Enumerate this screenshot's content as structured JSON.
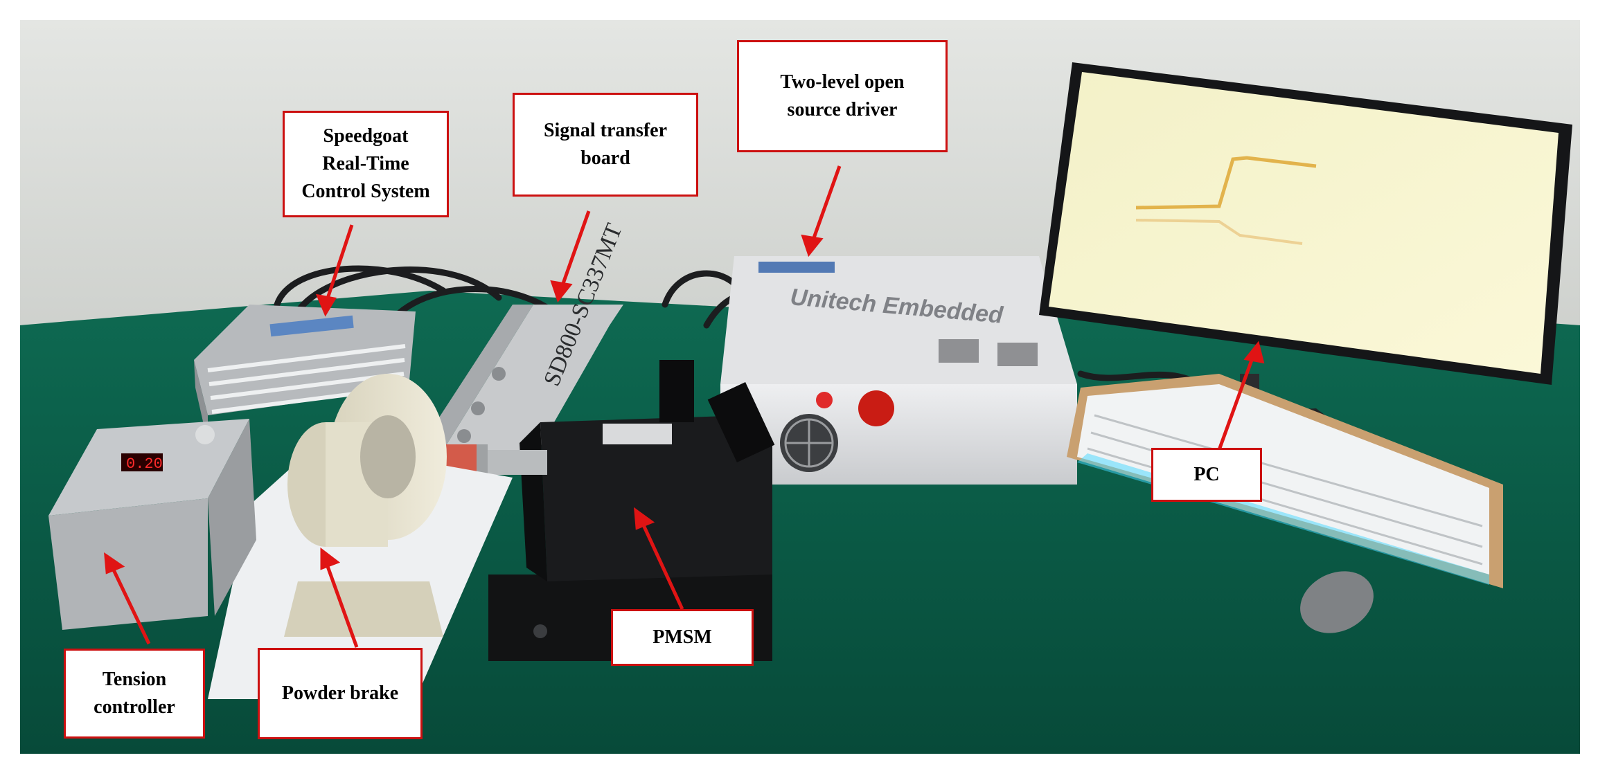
{
  "photo": {
    "scene": "laboratory test bench photo",
    "colors": {
      "wall": "#d9dcd8",
      "table": "#0b5a45",
      "label_border": "#cc1010",
      "arrow": "#e01414"
    }
  },
  "labels": {
    "speedgoat": [
      "Speedgoat",
      "Real-Time",
      "Control System"
    ],
    "signal_board": [
      "Signal transfer",
      "board"
    ],
    "driver": [
      "Two-level open",
      "source driver"
    ],
    "pc": [
      "PC"
    ],
    "pmsm": [
      "PMSM"
    ],
    "tension": [
      "Tension",
      "controller"
    ],
    "brake": [
      "Powder brake"
    ]
  },
  "device_text": {
    "driver_brand": "Unitech Embedded",
    "board_model": "SD800-SC337MT",
    "controller_display": "0.20"
  }
}
